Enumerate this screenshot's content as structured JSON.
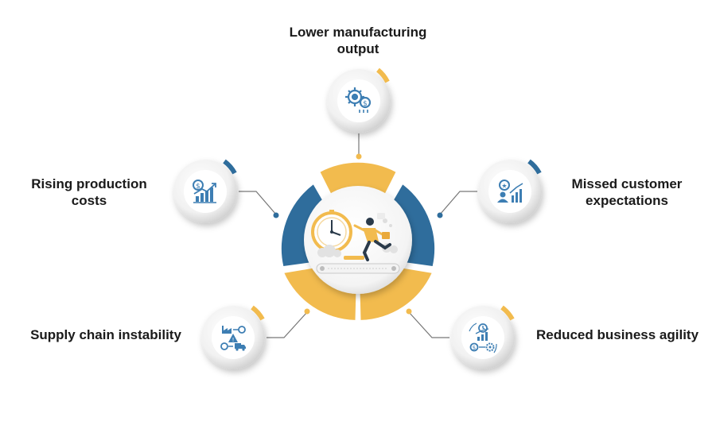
{
  "colors": {
    "yellow": "#f2bb4e",
    "blue": "#2f6d9c",
    "icon_blue": "#3d7eb3",
    "connector": "#777777",
    "text": "#1a1a1a"
  },
  "center": {
    "illustration": "person-running-from-clock-on-conveyor"
  },
  "items": [
    {
      "key": "lower-manufacturing-output",
      "line1": "Lower manufacturing",
      "line2": "output",
      "icon": "gear-coin-icon",
      "accent": "yellow"
    },
    {
      "key": "rising-production-costs",
      "line1": "Rising production",
      "line2": "costs",
      "icon": "coin-bar-chart-icon",
      "accent": "blue"
    },
    {
      "key": "missed-customer-expectations",
      "line1": "Missed customer",
      "line2": "expectations",
      "icon": "customer-star-growth-icon",
      "accent": "blue"
    },
    {
      "key": "supply-chain-instability",
      "line1": "Supply chain instability",
      "line2": "",
      "icon": "factory-warning-truck-icon",
      "accent": "yellow"
    },
    {
      "key": "reduced-business-agility",
      "line1": "Reduced business agility",
      "line2": "",
      "icon": "clock-chart-coin-gear-icon",
      "accent": "yellow"
    }
  ]
}
